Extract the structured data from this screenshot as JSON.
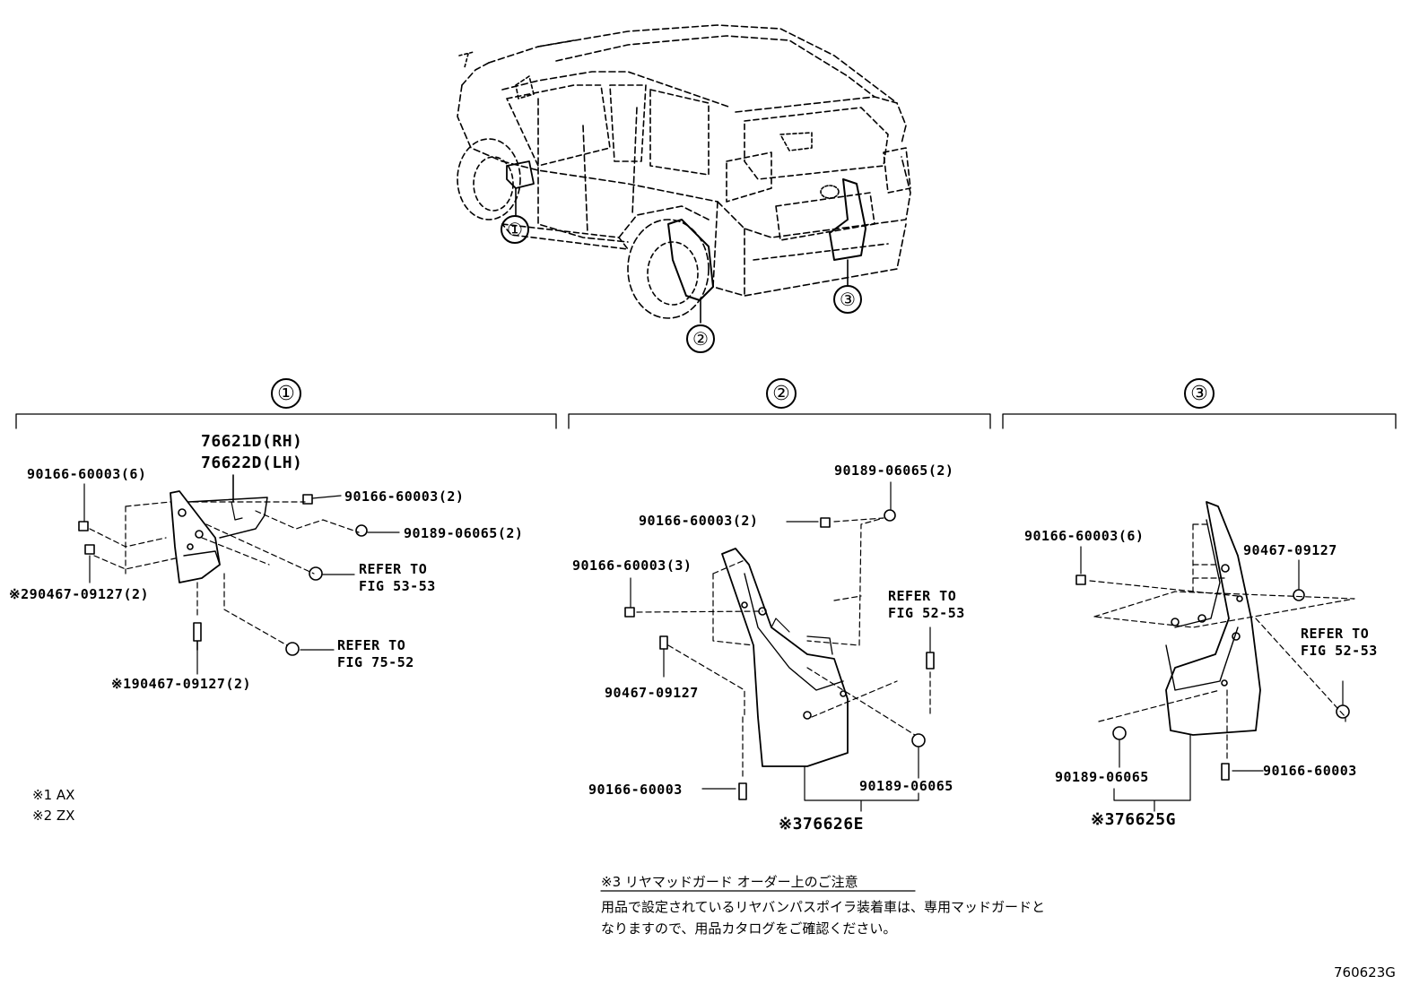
{
  "sections": {
    "s1": "①",
    "s2": "②",
    "s3": "③"
  },
  "callouts": {
    "c1": "①",
    "c2": "②",
    "c3": "③"
  },
  "group1": {
    "part_rh": "76621D(RH)",
    "part_lh": "76622D(LH)",
    "screw_left": "90166-60003(6)",
    "screw_top": "90166-60003(2)",
    "nut_top": "90189-06065(2)",
    "ref_a_1": "REFER TO",
    "ref_a_2": "FIG 53-53",
    "clip_x2": "※290467-09127(2)",
    "ref_b_1": "REFER TO",
    "ref_b_2": "FIG 75-52",
    "clip_x1": "※190467-09127(2)"
  },
  "group2": {
    "nut_top": "90189-06065(2)",
    "screw_top": "90166-60003(2)",
    "screw_left": "90166-60003(3)",
    "ref_1": "REFER TO",
    "ref_2": "FIG 52-53",
    "clip": "90467-09127",
    "screw_bottom": "90166-60003",
    "nut_bottom": "90189-06065",
    "part": "※376626E"
  },
  "group3": {
    "screw_left": "90166-60003(6)",
    "clip": "90467-09127",
    "ref_1": "REFER TO",
    "ref_2": "FIG 52-53",
    "nut_bottom": "90189-06065",
    "screw_bottom": "90166-60003",
    "part": "※376625G"
  },
  "legend": {
    "x1": "※1 AX",
    "x2": "※2 ZX"
  },
  "notice": {
    "title": "※3 リヤマッドガード オーダー上のご注意",
    "line1": "用品で設定されているリヤバンパスポイラ装着車は、専用マッドガードと",
    "line2": "なりますので、用品カタログをご確認ください。"
  },
  "figure_code": "760623G"
}
